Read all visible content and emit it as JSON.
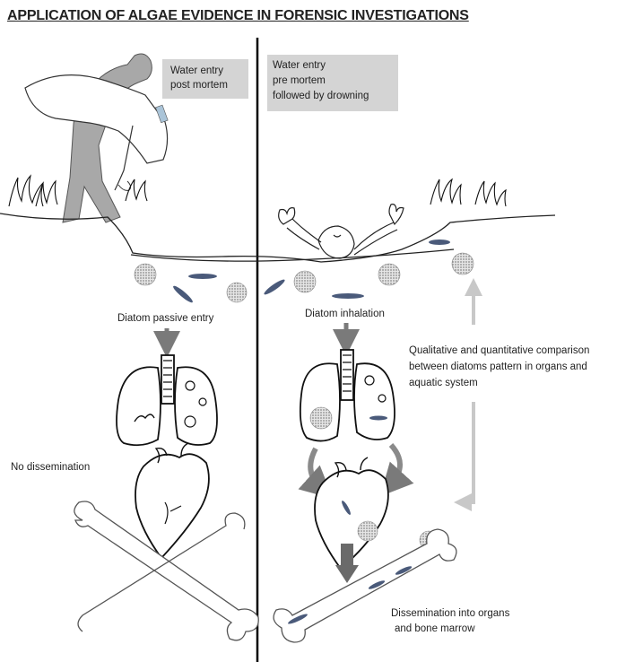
{
  "title": "APPLICATION OF ALGAE EVIDENCE IN FORENSIC INVESTIGATIONS",
  "left_panel": {
    "box_line1": "Water entry",
    "box_line2": "post mortem",
    "entry_label": "Diatom passive entry",
    "outcome_label": "No dissemination"
  },
  "right_panel": {
    "box_line1": "Water entry",
    "box_line2": "pre mortem",
    "box_line3": "followed by drowning",
    "entry_label": "Diatom inhalation",
    "comparison_line1": "Qualitative and quantitative comparison",
    "comparison_line2": "between  diatoms pattern in organs and",
    "comparison_line3": "aquatic system",
    "dissemination_line1": "Dissemination into organs",
    "dissemination_line2": "and bone marrow"
  },
  "colors": {
    "text": "#222222",
    "box": "#d4d4d4",
    "diatom": "#4a5a7a",
    "arrow_gray": "#777777",
    "arrow_light": "#c8c8c8",
    "figure_gray": "#9a9a9a"
  }
}
